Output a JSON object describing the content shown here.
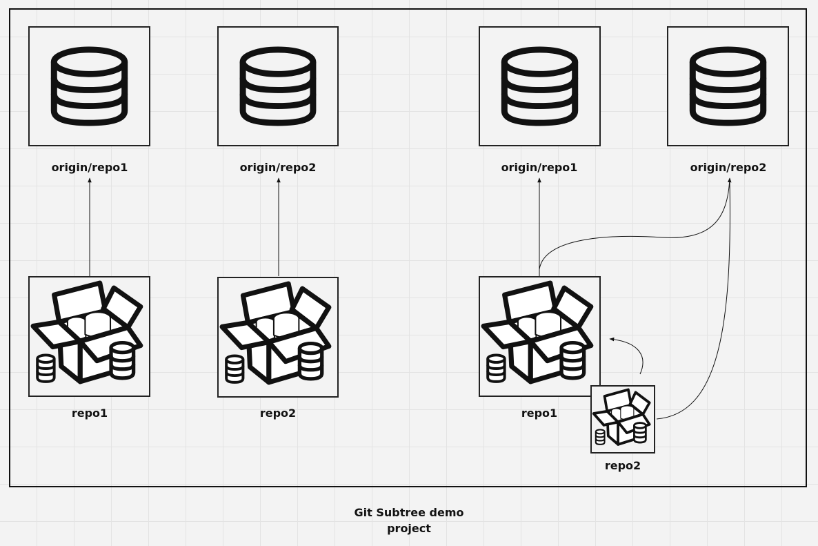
{
  "remotes": [
    {
      "label": "origin/repo1",
      "icon": "database-icon"
    },
    {
      "label": "origin/repo2",
      "icon": "database-icon"
    },
    {
      "label": "origin/repo1",
      "icon": "database-icon"
    },
    {
      "label": "origin/repo2",
      "icon": "database-icon"
    }
  ],
  "locals": [
    {
      "label": "repo1",
      "icon": "package-icon"
    },
    {
      "label": "repo2",
      "icon": "package-icon"
    },
    {
      "label": "repo1",
      "icon": "package-icon"
    },
    {
      "label": "repo2",
      "icon": "package-icon"
    }
  ],
  "caption": {
    "line1": "Git Subtree demo",
    "line2": "project"
  },
  "colors": {
    "background": "#f3f3f3",
    "grid": "#e3e3e3",
    "stroke": "#111111"
  }
}
